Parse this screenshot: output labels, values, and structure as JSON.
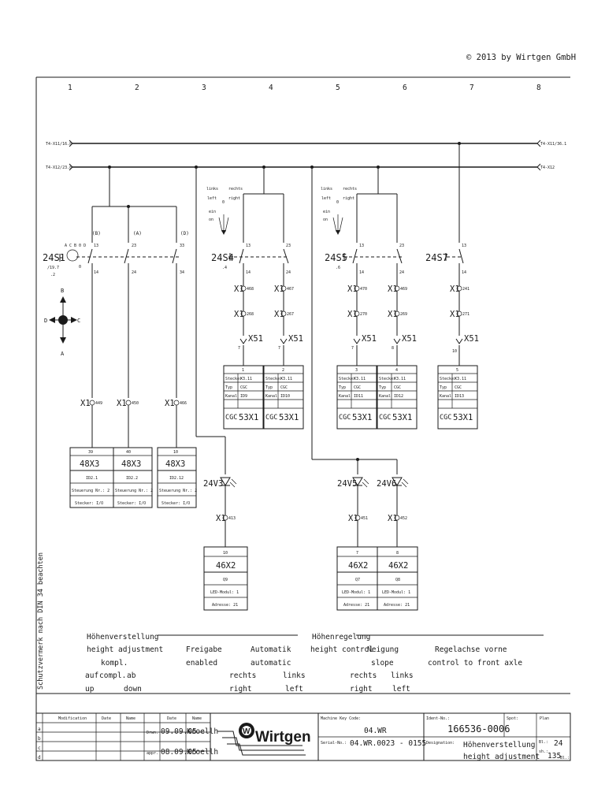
{
  "copyright": "© 2013 by Wirtgen GmbH",
  "side_note": "Schutzvermerk nach DIN 34 beachten",
  "columns": [
    "1",
    "2",
    "3",
    "4",
    "5",
    "6",
    "7",
    "8"
  ],
  "bus": {
    "top_left": "T4-X11/16.8",
    "top_right": "T4-X11/36.1",
    "bottom_left": "T4-X12/23.8",
    "bottom_right": "T4-X12"
  },
  "switches": {
    "s1": {
      "name": "24S1",
      "ref1": "/19.7",
      "ref2": ".2",
      "c1": "(B)",
      "c2": "(A)",
      "c3": "(D)",
      "n13": "13",
      "n23": "23",
      "n33": "33",
      "n14": "14",
      "n24": "24",
      "n34": "34",
      "a": "A",
      "b": "B",
      "c": "C",
      "d": "D",
      "dial": "A C B 0 D",
      "zero": "0"
    },
    "s4": {
      "name": "24S4",
      "ref": ".4",
      "n13": "13",
      "n23": "23",
      "n14": "14",
      "n24": "24"
    },
    "s5": {
      "name": "24S5",
      "ref": ".6",
      "n13": "13",
      "n23": "23",
      "n14": "14",
      "n24": "24"
    },
    "s7": {
      "name": "24S7",
      "n13": "13",
      "n14": "14"
    }
  },
  "dir_labels": {
    "links": "links",
    "left": "left",
    "rechts": "rechts",
    "right": "right",
    "zero": "0",
    "ein": "ein",
    "on": "on"
  },
  "terminals": {
    "x1": "X1",
    "x51": "X51",
    "s4a1": "468",
    "s4a2": "268",
    "s4b1": "467",
    "s4b2": "267",
    "s5a1": "470",
    "s5a2": "270",
    "s5b1": "469",
    "s5b2": "269",
    "s7a1": "241",
    "s7a2": "271",
    "w1": "7",
    "w2": "7",
    "w3": "7",
    "w4": "8",
    "w5": "10",
    "k1": "449",
    "k2": "450",
    "k3": "466",
    "l1": "413",
    "l2": "451",
    "l3": "452"
  },
  "cgc_modules": [
    {
      "num": "1",
      "stecker": "X3.11",
      "typ": "CGC",
      "kanal": "ID9",
      "title": "53X1"
    },
    {
      "num": "2",
      "stecker": "X3.11",
      "typ": "CGC",
      "kanal": "ID10",
      "title": "53X1"
    },
    {
      "num": "3",
      "stecker": "X3.11",
      "typ": "CGC",
      "kanal": "ID11",
      "title": "53X1"
    },
    {
      "num": "4",
      "stecker": "X3.11",
      "typ": "CGC",
      "kanal": "ID12",
      "title": "53X1"
    },
    {
      "num": "5",
      "stecker": "X3.11",
      "typ": "CGC",
      "kanal": "ID13",
      "title": "53X1"
    }
  ],
  "cgc_labels": {
    "stecker": "Stecker",
    "typ": "Typ",
    "kanal": "Kanal",
    "cgc": "CGC"
  },
  "x3_modules": [
    {
      "num": "39",
      "title": "48X3",
      "io": "ID2.1",
      "steuerung": "Steuerung Nr.: 2",
      "stecker": "Stecker: I/O"
    },
    {
      "num": "40",
      "title": "48X3",
      "io": "ID2.2",
      "steuerung": "Steuerung Nr.: 2",
      "stecker": "Stecker: I/O"
    },
    {
      "num": "10",
      "title": "48X3",
      "io": "ID2.12",
      "steuerung": "Steuerung Nr.: 2",
      "stecker": "Stecker: I/O"
    }
  ],
  "leds": {
    "v3": "24V3",
    "v5": "24V5",
    "v6": "24V6"
  },
  "x2_modules": [
    {
      "num": "10",
      "title": "46X2",
      "q": "Q9",
      "led": "LED-Modul: 1",
      "adr": "Adresse: 21"
    },
    {
      "num": "7",
      "title": "46X2",
      "q": "Q7",
      "led": "LED-Modul: 1",
      "adr": "Adresse: 21"
    },
    {
      "num": "8",
      "title": "46X2",
      "q": "Q8",
      "led": "LED-Modul: 1",
      "adr": "Adresse: 21"
    }
  ],
  "legend": {
    "hv_de": "Höhenverstellung",
    "hv_en": "height adjustment",
    "kompl": "kompl.",
    "auf": "auf",
    "compl": "compl.",
    "ab": "ab",
    "up": "up",
    "down": "down",
    "freigabe": "Freigabe",
    "enabled": "enabled",
    "automatik": "Automatik",
    "automatic": "automatic",
    "rechts": "rechts",
    "right": "right",
    "links": "links",
    "left": "left",
    "hr_de": "Höhenregelung",
    "hr_en": "height control",
    "neigung": "Neigung",
    "slope": "slope",
    "ra_de": "Regelachse vorne",
    "ra_en": "control to front axle"
  },
  "titleblock": {
    "rows": [
      "a",
      "b",
      "c",
      "d"
    ],
    "modification": "Modification",
    "date": "Date",
    "name": "Name",
    "drwn": "Drwn.",
    "drwn_date": "09.09.05",
    "drwn_name": "Kroellh",
    "appr": "appr.",
    "appr_date": "08.09.05",
    "appr_name": "Kroellh",
    "logo": "Wirtgen",
    "mkc": "Machine Key Code:",
    "mkc_val": "04.WR",
    "serial": "Serial-No.:",
    "serial_val": "04.WR.0023 - 0155",
    "ident": "Ident-No.:",
    "ident_val": "166536-0006",
    "designation": "Designation:",
    "des_de": "Höhenverstellung",
    "des_en": "height adjustment",
    "spot": "Spot:",
    "plan": "Plan",
    "bl": "Bl.:",
    "bl_val": "24",
    "sh": "sh.:",
    "sh_val": "135",
    "bl2": "Bl.:"
  }
}
